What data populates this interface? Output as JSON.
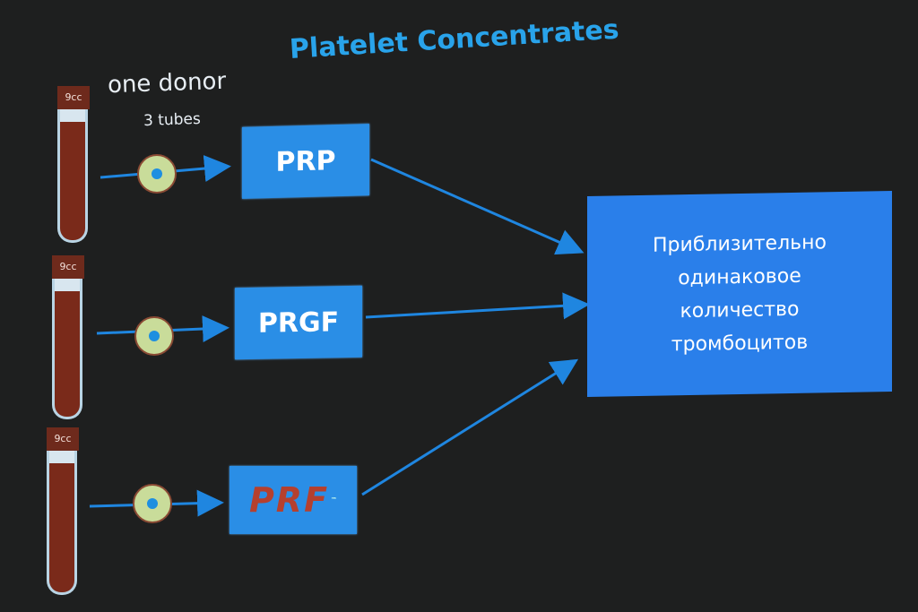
{
  "title": "Platelet Concentrates",
  "donor": {
    "label": "one donor",
    "sub": "3 tubes"
  },
  "tubes": [
    {
      "volume": "9cc"
    },
    {
      "volume": "9cc"
    },
    {
      "volume": "9cc"
    }
  ],
  "concentrates": [
    {
      "label": "PRP"
    },
    {
      "label": "PRGF"
    },
    {
      "label": "PRF",
      "mark": "™"
    }
  ],
  "result": {
    "lines": [
      "Приблизительно",
      "одинаковое",
      "количество",
      "тромбоцитов"
    ]
  },
  "colors": {
    "accent": "#2a8ee6",
    "tube": "#7a2a1a",
    "title": "#29a3ea"
  }
}
